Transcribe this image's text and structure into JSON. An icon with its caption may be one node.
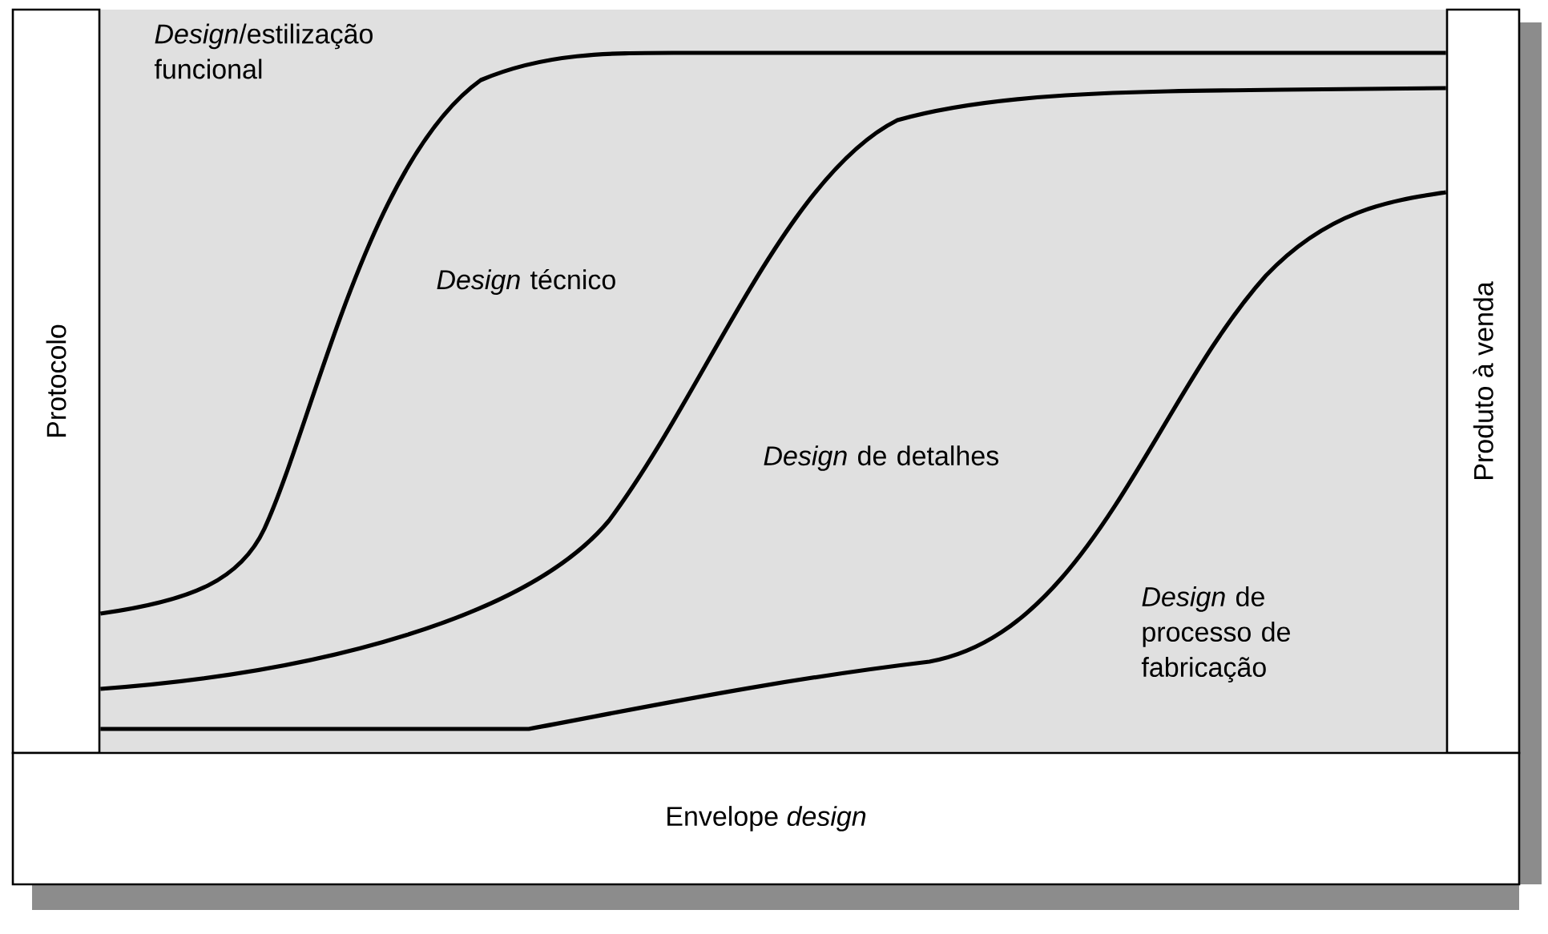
{
  "diagram": {
    "nodes": [
      {
        "text": [
          "Protocolo"
        ]
      },
      {
        "text": [
          "Produto à venda"
        ]
      },
      {
        "text": [
          "Envelope *design*"
        ]
      }
    ],
    "edges": [
      {
        "from": 0,
        "to": 1,
        "arrow": "none"
      },
      {
        "from": 0,
        "to": 1,
        "arrow": "none"
      },
      {
        "from": 0,
        "to": 1,
        "arrow": "none"
      }
    ],
    "labels": [
      "*Design*/estilização funcional",
      "*Design* técnico",
      "*Design* de detalhes",
      "*Design* de processo de fabricação"
    ]
  }
}
